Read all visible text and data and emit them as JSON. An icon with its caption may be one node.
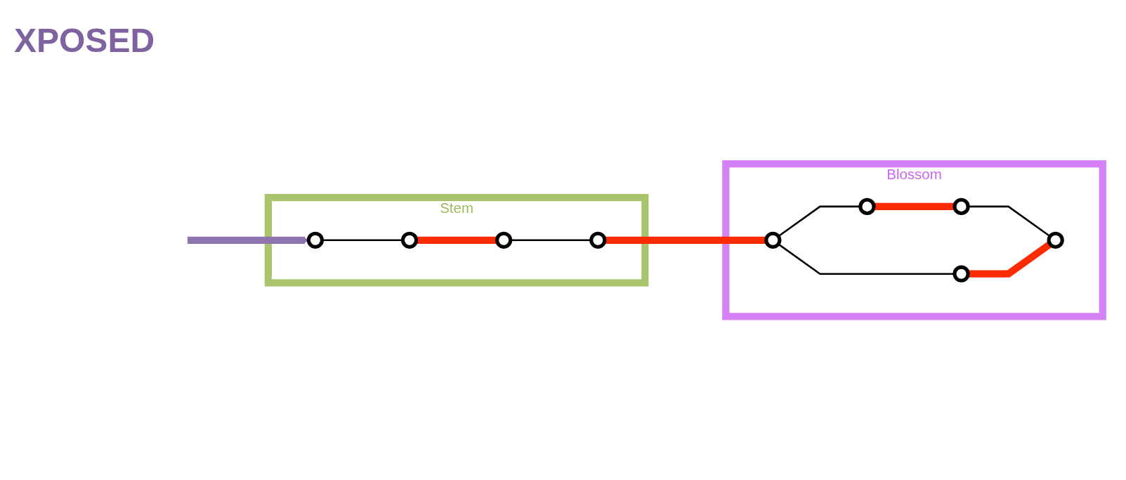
{
  "diagram": {
    "nodes": [
      {
        "text": [
          "Stem"
        ]
      },
      {
        "text": [],
        "shape": "circle",
        "in": 0
      },
      {
        "text": [],
        "shape": "circle",
        "in": 0
      },
      {
        "text": [],
        "shape": "circle",
        "in": 0
      },
      {
        "text": [],
        "shape": "circle",
        "in": 0
      },
      {
        "text": [
          "Blossom"
        ]
      },
      {
        "text": [],
        "shape": "circle",
        "in": 5
      },
      {
        "text": [],
        "shape": "circle",
        "in": 5
      },
      {
        "text": [],
        "shape": "circle",
        "in": 5
      },
      {
        "text": [],
        "shape": "circle",
        "in": 5
      },
      {
        "text": [],
        "shape": "circle",
        "in": 5
      }
    ],
    "edges": [
      {
        "from": null,
        "to": 1,
        "arrow": "to",
        "style": "thick",
        "color": "#8e75b0"
      },
      {
        "from": 1,
        "to": 2,
        "arrow": "none"
      },
      {
        "from": 2,
        "to": 3,
        "arrow": "none",
        "style": "thick",
        "color": "#ff2a00"
      },
      {
        "from": 3,
        "to": 4,
        "arrow": "none"
      },
      {
        "from": 4,
        "to": 6,
        "arrow": "none",
        "style": "thick",
        "color": "#ff2a00"
      },
      {
        "from": 6,
        "to": 7,
        "arrow": "none"
      },
      {
        "from": 6,
        "to": 9,
        "arrow": "none"
      },
      {
        "from": 7,
        "to": 8,
        "arrow": "none",
        "style": "thick",
        "color": "#ff2a00"
      },
      {
        "from": 8,
        "to": 10,
        "arrow": "none"
      },
      {
        "from": 9,
        "to": 10,
        "arrow": "none",
        "style": "thick",
        "color": "#ff2a00"
      }
    ],
    "labels": [
      "XPOSED"
    ]
  }
}
